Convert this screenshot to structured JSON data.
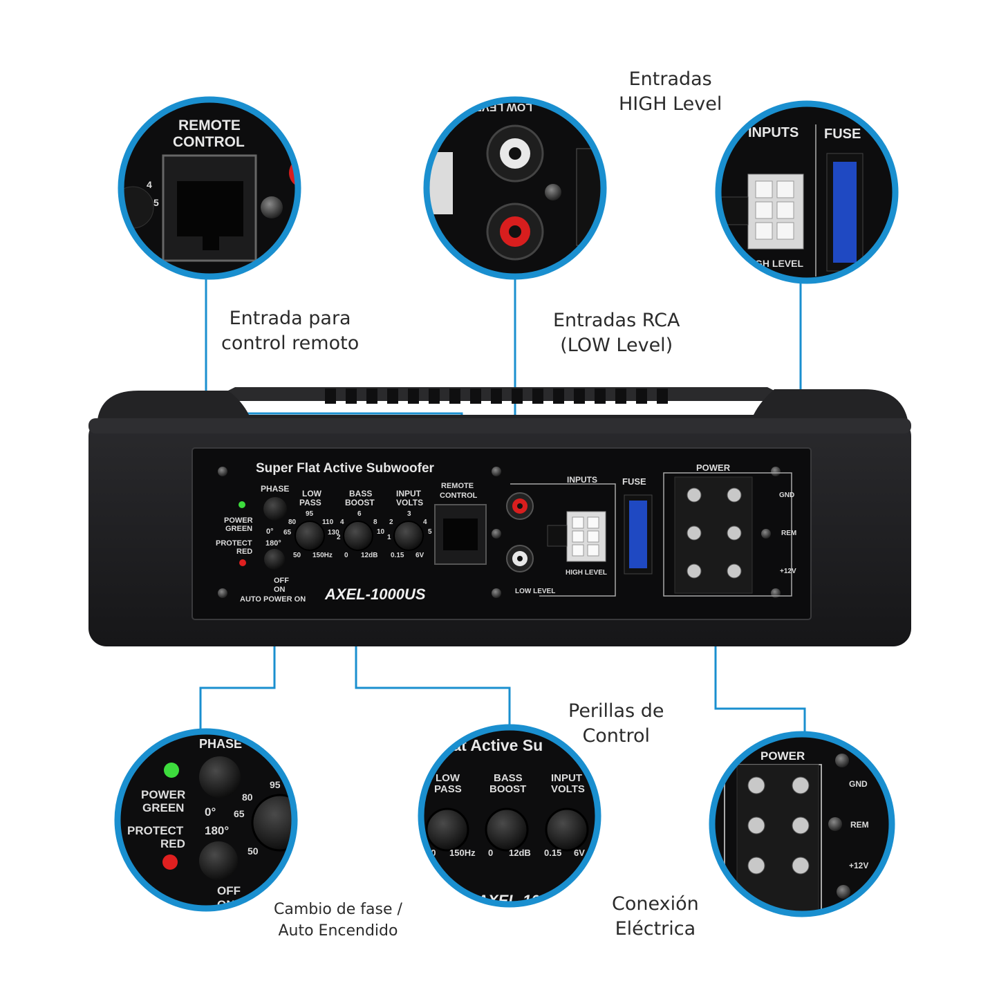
{
  "captions": {
    "remote": [
      "Entrada para",
      "control remoto"
    ],
    "high": [
      "Entradas",
      "HIGH Level"
    ],
    "rca": [
      "Entradas RCA",
      "(LOW Level)"
    ],
    "knobs": [
      "Perillas de",
      "Control"
    ],
    "phase": [
      "Cambio de fase /",
      "Auto Encendido"
    ],
    "power": [
      "Conexión",
      "Eléctrica"
    ]
  },
  "panel": {
    "title": "Super Flat Active Subwoofer",
    "model": "AXEL-1000US",
    "phase_label": "PHASE",
    "power_green": [
      "POWER",
      "GREEN"
    ],
    "protect_red": [
      "PROTECT",
      "RED"
    ],
    "phase_0": "0°",
    "phase_180": "180°",
    "off": "OFF",
    "on": "ON",
    "auto_power": "AUTO POWER ON",
    "low_pass": [
      "LOW",
      "PASS"
    ],
    "low_pass_ticks": [
      "95",
      "80",
      "110",
      "65",
      "130",
      "50",
      "150Hz"
    ],
    "bass_boost": [
      "BASS",
      "BOOST"
    ],
    "bass_ticks": [
      "6",
      "4",
      "8",
      "2",
      "10",
      "0",
      "12dB"
    ],
    "input_volts": [
      "INPUT",
      "VOLTS"
    ],
    "volts_ticks": [
      "3",
      "2",
      "4",
      "1",
      "5",
      "0.15",
      "6V"
    ],
    "remote": [
      "REMOTE",
      "CONTROL"
    ],
    "low_level": "LOW LEVEL",
    "inputs": "INPUTS",
    "high_level": "HIGH LEVEL",
    "fuse": "FUSE",
    "power": "POWER",
    "gnd": "GND",
    "rem": "REM",
    "v12": "+12V"
  },
  "zoom": {
    "remote_title": [
      "REMOTE",
      "CONTROL"
    ],
    "remote_side": [
      "4",
      "5"
    ],
    "low_level_mirror": "LOW LEVEL",
    "inputs": "INPUTS",
    "fuse": "FUSE",
    "high_level": "HIGH LEVEL",
    "knob_title": "lat Active Su",
    "power_title": "POWER"
  },
  "colors": {
    "accent": "#1a8fcf",
    "device": "#1c1c1e",
    "led_green": "#3ddc3d",
    "led_red": "#e02020",
    "rca_red": "#d81e1e",
    "fuse_blue": "#1f49c2"
  }
}
